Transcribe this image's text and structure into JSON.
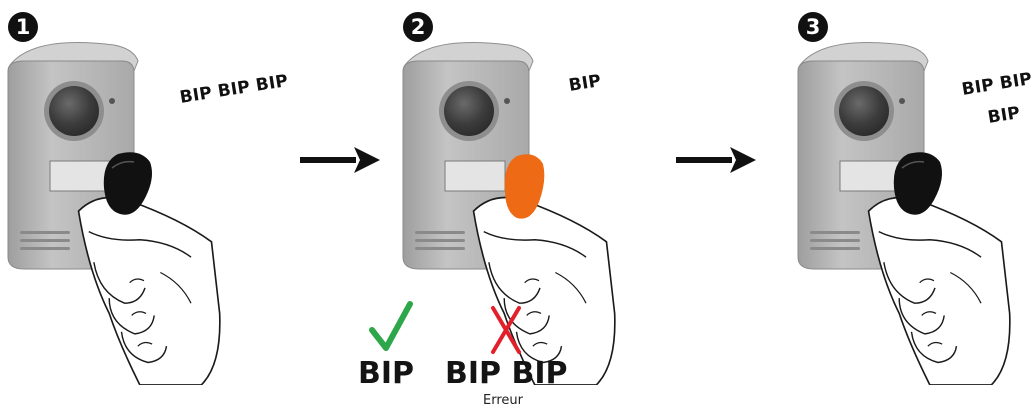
{
  "steps": [
    {
      "number": "1",
      "sound": "BIP BIP BIP",
      "badge_color": "#c6c6c6"
    },
    {
      "number": "2",
      "sound": "BIP",
      "badge_color": "#ee6a14"
    },
    {
      "number": "3",
      "sound_line1": "BIP BIP",
      "sound_line2": "BIP",
      "badge_color": "#c6c6c6"
    }
  ],
  "outcomes": {
    "success": {
      "label": "BIP",
      "icon": "checkmark-icon",
      "color": "#2ea64a"
    },
    "error": {
      "label": "BIP BIP",
      "caption": "Erreur",
      "icon": "red-x-icon",
      "color": "#e3202a"
    }
  },
  "colors": {
    "panel": "#b4b4b4",
    "arrow": "#111111",
    "black_badge": "#111111"
  }
}
